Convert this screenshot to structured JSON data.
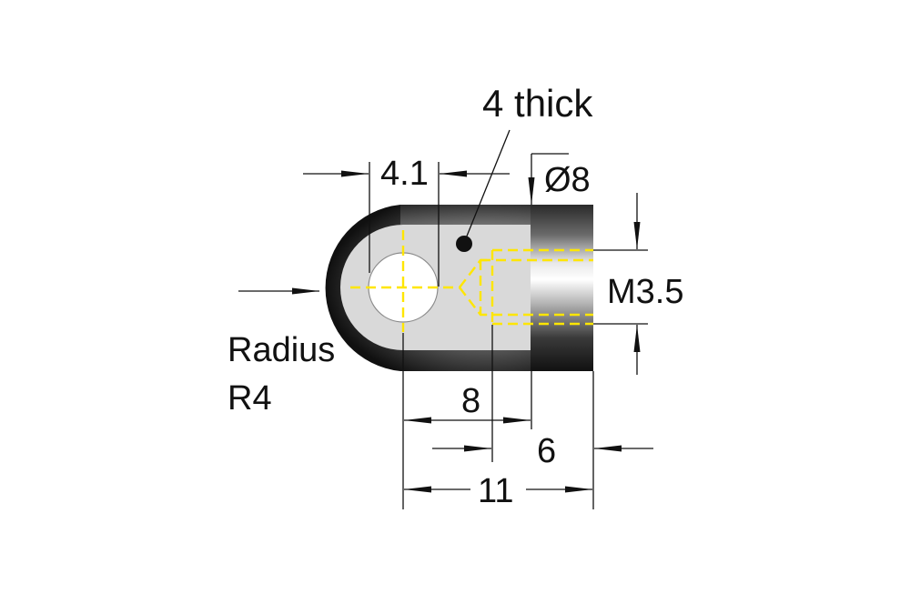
{
  "diagram": {
    "subject": "Ball socket eye end fitting (technical dimension drawing)",
    "annotations": {
      "thickness": "4 thick",
      "hole_offset": "4.1",
      "diameter": "Ø8",
      "thread": "M3.5",
      "radius_label": "Radius",
      "radius_value": "R4",
      "flat_length": "8",
      "shank_length": "6",
      "overall_length": "11"
    },
    "colors": {
      "body_dark": "#1a1a1a",
      "flat_face": "#d9d9d9",
      "hidden_lines": "#ffe600",
      "dimension_lines": "#111111",
      "background": "#ffffff"
    }
  }
}
